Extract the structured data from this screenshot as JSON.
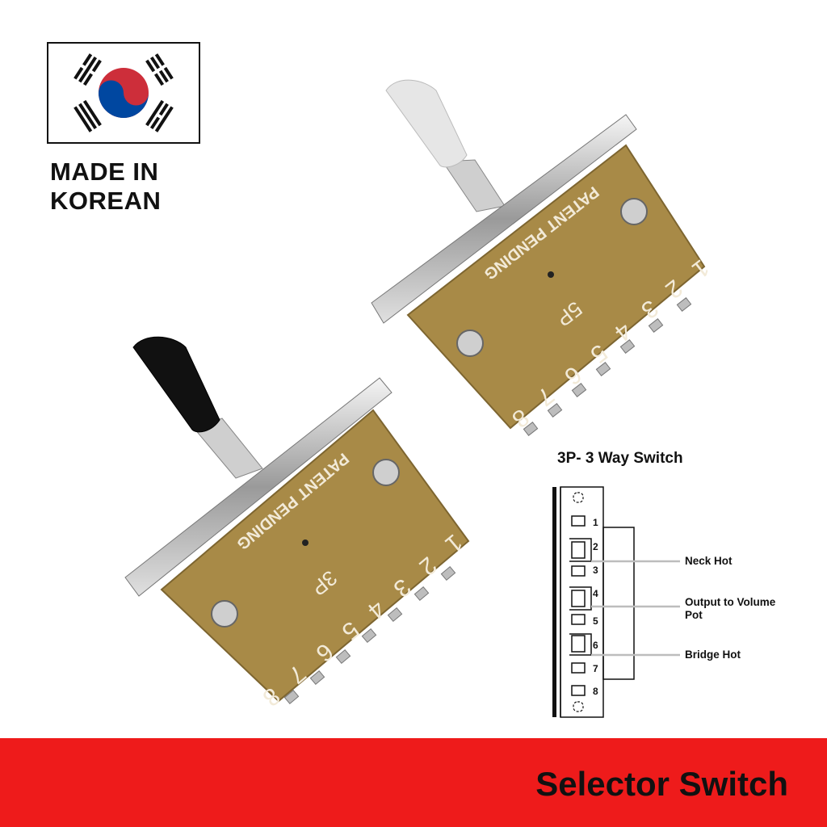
{
  "badge": {
    "line1": "MADE IN",
    "line2": "KOREAN"
  },
  "switch_3p": {
    "label_patent": "PATENT PENDING",
    "label_model": "3P",
    "pin_numbers": [
      "1",
      "2",
      "3",
      "4",
      "5",
      "6",
      "7",
      "8"
    ],
    "knob_color": "#111111"
  },
  "switch_5p": {
    "label_patent": "PATENT PENDING",
    "label_model": "5P",
    "pin_numbers": [
      "1",
      "2",
      "3",
      "4",
      "5",
      "6",
      "7",
      "8"
    ],
    "knob_color": "#e6e6e6"
  },
  "diagram": {
    "title": "3P- 3 Way Switch",
    "pins": [
      "1",
      "2",
      "3",
      "4",
      "5",
      "6",
      "7",
      "8"
    ],
    "wires": {
      "neck": "Neck Hot",
      "output_line1": "Output to Volume",
      "output_line2": "Pot",
      "bridge": "Bridge Hot"
    }
  },
  "footer": {
    "title": "Selector Switch",
    "color": "#ee1b1b"
  },
  "colors": {
    "board": "#a88a47",
    "board_dark": "#8d7236",
    "metal": "#d9d9d9"
  }
}
